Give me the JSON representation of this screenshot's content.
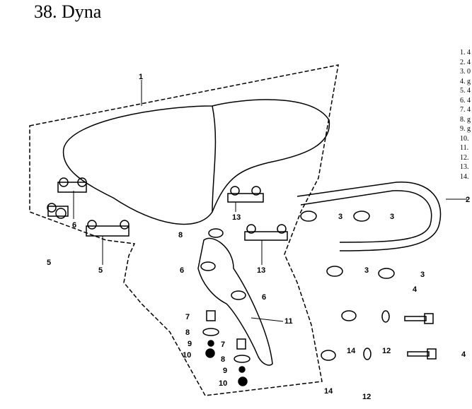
{
  "title": "38. Dyna",
  "legend": [
    "1. 4",
    "2. 4",
    "3. 0",
    "4. g",
    "5. 4",
    "6. 4",
    "7. 4",
    "8. g",
    "9. g",
    "10.",
    "11.",
    "12.",
    "13.",
    "14."
  ],
  "callouts": {
    "c1": "1",
    "c2": "2",
    "c3a": "3",
    "c3b": "3",
    "c3c": "3",
    "c3d": "3",
    "c4a": "4",
    "c4b": "4",
    "c5a": "5",
    "c5b": "5",
    "c6a": "6",
    "c6b": "6",
    "c6c": "6",
    "c7a": "7",
    "c7b": "7",
    "c8a": "8",
    "c8b": "8",
    "c8c": "8",
    "c9a": "9",
    "c9b": "9",
    "c10a": "10",
    "c10b": "10",
    "c11": "11",
    "c12a": "12",
    "c12b": "12",
    "c13a": "13",
    "c13b": "13",
    "c14a": "14",
    "c14b": "14"
  }
}
